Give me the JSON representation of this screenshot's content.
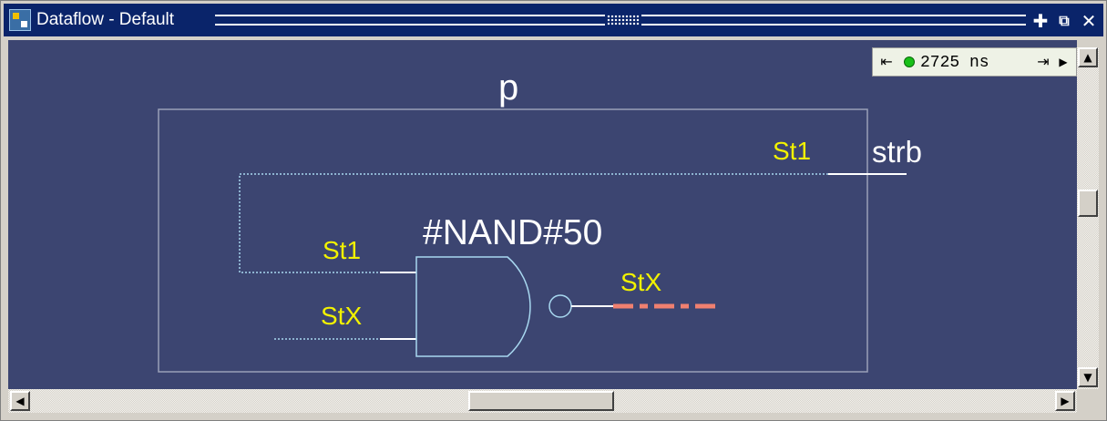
{
  "window": {
    "title": "Dataflow - Default",
    "buttons": {
      "maximize": "✚",
      "restore": "⧉",
      "close": "✕"
    }
  },
  "toolbar": {
    "time_value": "2725 ns",
    "icons": [
      "step-back-icon",
      "status-led-icon",
      "step-forward-icon",
      "expand-arrow-icon"
    ]
  },
  "diagram": {
    "region_label": "p",
    "instance_label": "#NAND#50",
    "signals": {
      "strb_name": "strb",
      "strb_value": "St1",
      "input_a_value": "St1",
      "input_b_value": "StX",
      "output_value": "StX"
    },
    "colors": {
      "canvas": "#3c4571",
      "wire": "#a8d8f0",
      "value_text": "#f2f200",
      "unknown_wire": "#f08070",
      "frame": "#9aa0b8"
    }
  },
  "scrollbars": {
    "vertical": {
      "up": "▲",
      "down": "▼"
    },
    "horizontal": {
      "left": "◀",
      "right": "▶"
    }
  }
}
